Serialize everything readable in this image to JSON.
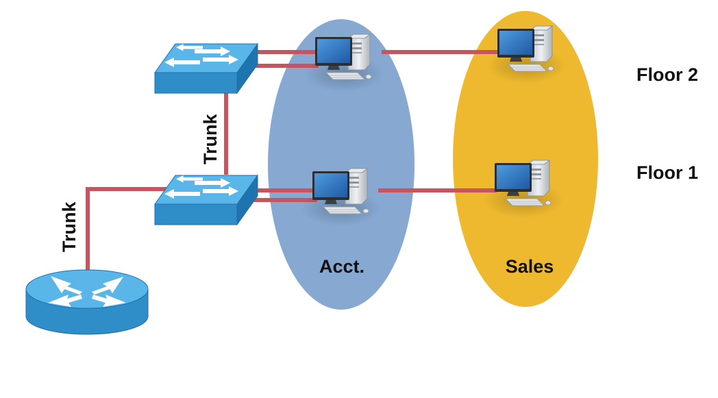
{
  "labels": {
    "floor_2": "Floor 2",
    "floor_1": "Floor 1",
    "trunk_switches": "Trunk",
    "trunk_router": "Trunk",
    "group_acct": "Acct.",
    "group_sales": "Sales"
  },
  "colors": {
    "acct_group": "#86A8D1",
    "sales_group": "#EEB92E",
    "link": "#C8545F",
    "device_top": "#5AB6E8",
    "device_side": "#2F8DC8",
    "arrow": "#FFFFFF",
    "monitor_screen": "#2E73C0",
    "computer_body": "#D4D9DE"
  },
  "icons": {
    "switch": "switch-icon",
    "router": "router-icon",
    "computer": "computer-icon"
  }
}
